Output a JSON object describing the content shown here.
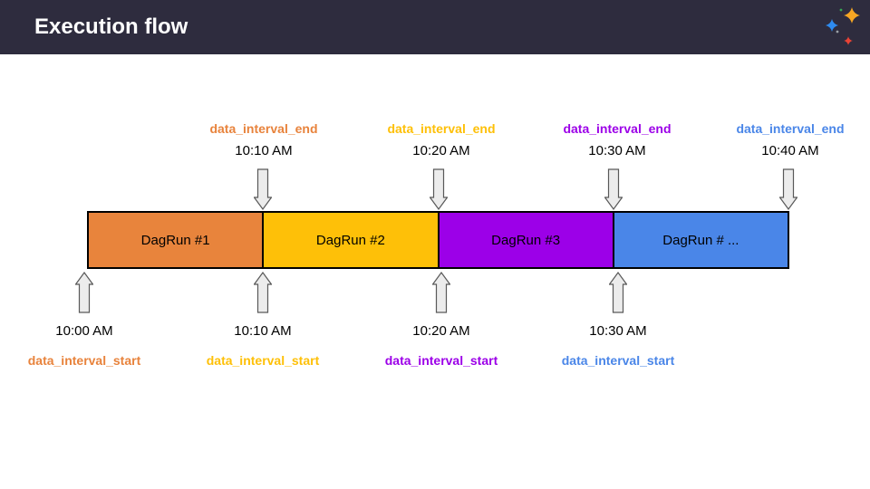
{
  "header": {
    "title": "Execution flow",
    "bg": "#2E2C3E"
  },
  "sparkle_icon": {
    "gold": "#F6A623",
    "blue": "#2E8BF0",
    "red": "#EA4335",
    "green": "#34A853",
    "gray": "#9AA0A6"
  },
  "timeline": {
    "bar_border": "#000000",
    "arrow_fill": "#ECECEC",
    "arrow_stroke": "#595959",
    "dag_runs": [
      {
        "label": "DagRun #1",
        "color": "#E8843C"
      },
      {
        "label": "DagRun #2",
        "color": "#FEC008"
      },
      {
        "label": "DagRun #3",
        "color": "#9C00E8"
      },
      {
        "label": "DagRun # ...",
        "color": "#4A86E8"
      }
    ],
    "interval_ends": [
      {
        "label": "data_interval_end",
        "time": "10:10 AM",
        "color": "#E8833C"
      },
      {
        "label": "data_interval_end",
        "time": "10:20 AM",
        "color": "#FEC008"
      },
      {
        "label": "data_interval_end",
        "time": "10:30 AM",
        "color": "#9C00E8"
      },
      {
        "label": "data_interval_end",
        "time": "10:40 AM",
        "color": "#4A86E8"
      }
    ],
    "interval_starts": [
      {
        "label": "data_interval_start",
        "time": "10:00 AM",
        "color": "#E8833C"
      },
      {
        "label": "data_interval_start",
        "time": "10:10 AM",
        "color": "#FEC008"
      },
      {
        "label": "data_interval_start",
        "time": "10:20 AM",
        "color": "#9C00E8"
      },
      {
        "label": "data_interval_start",
        "time": "10:30 AM",
        "color": "#4A86E8"
      }
    ]
  }
}
